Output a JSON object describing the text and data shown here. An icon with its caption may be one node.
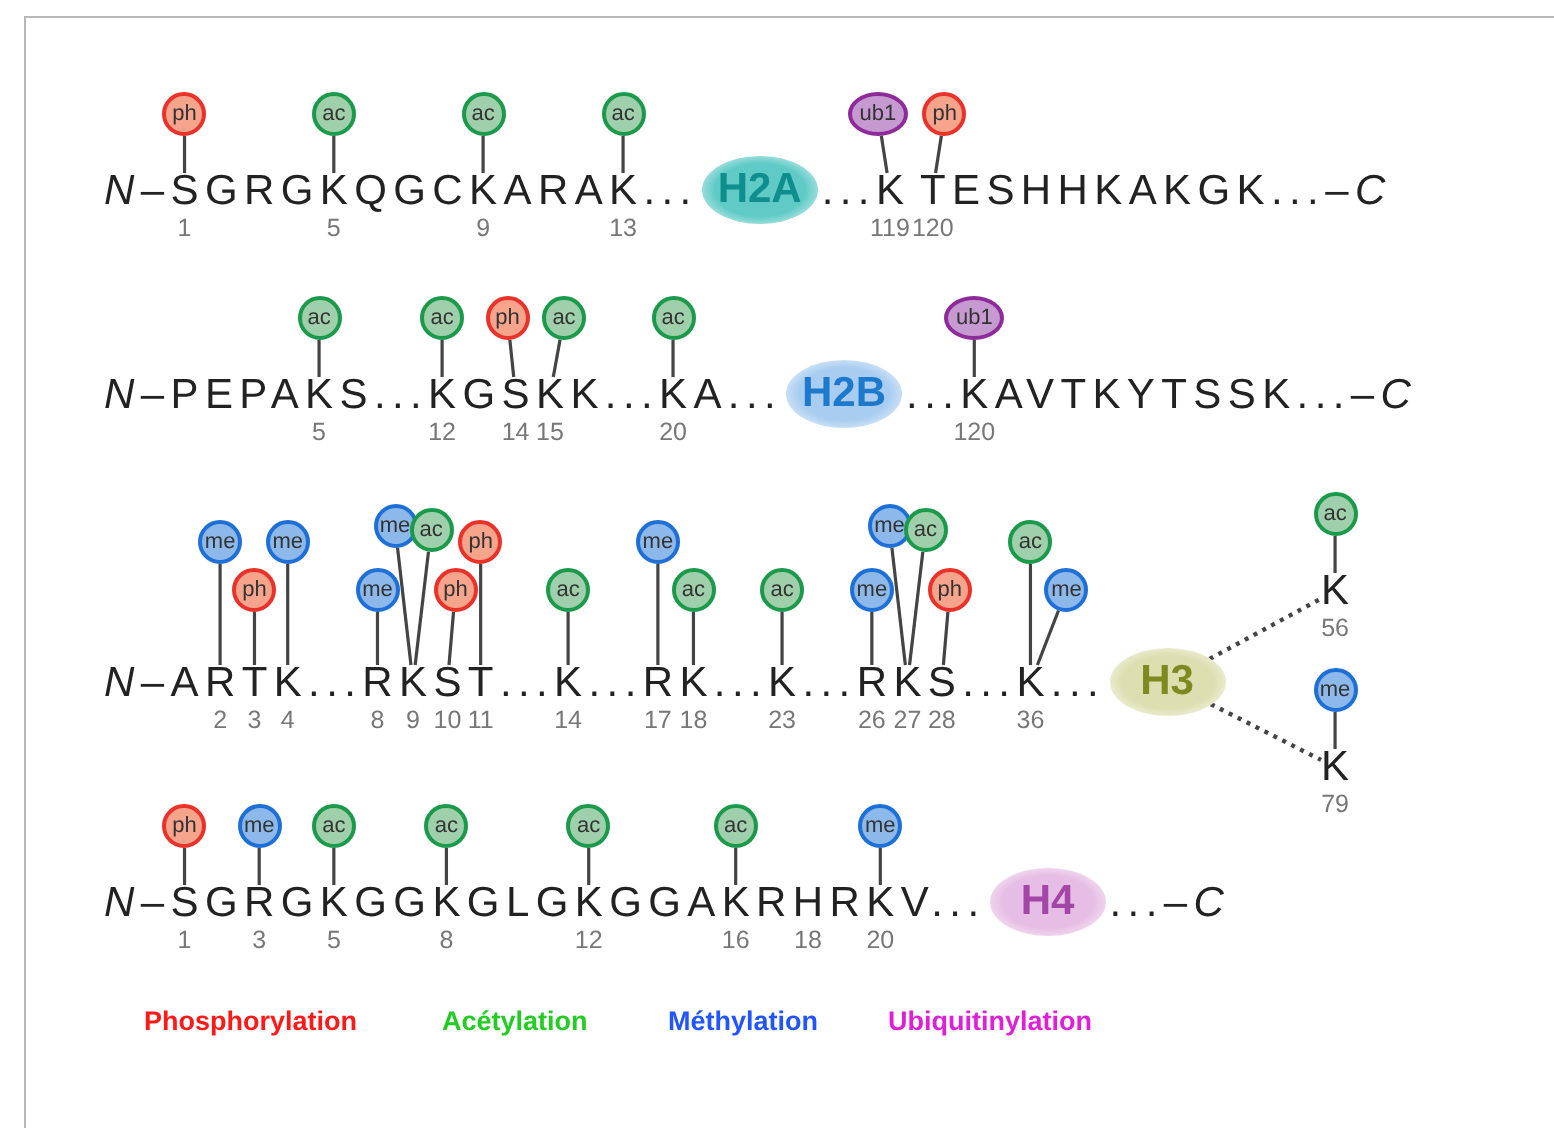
{
  "diagram": {
    "nodes": [
      {
        "text": [
          "ph"
        ]
      },
      {
        "text": [
          "S"
        ],
        "beside": [
          "1"
        ]
      },
      {
        "text": [
          "ac"
        ]
      },
      {
        "text": [
          "K"
        ],
        "beside": [
          "5"
        ]
      },
      {
        "text": [
          "ac"
        ]
      },
      {
        "text": [
          "K"
        ],
        "beside": [
          "9"
        ]
      },
      {
        "text": [
          "ac"
        ]
      },
      {
        "text": [
          "K"
        ],
        "beside": [
          "13"
        ]
      },
      {
        "text": [
          "H2A"
        ]
      },
      {
        "text": [
          "ub1"
        ]
      },
      {
        "text": [
          "K"
        ],
        "beside": [
          "119"
        ]
      },
      {
        "text": [
          "ph"
        ]
      },
      {
        "text": [
          "T"
        ],
        "beside": [
          "120"
        ]
      },
      {
        "text": [
          "ac"
        ]
      },
      {
        "text": [
          "K"
        ],
        "beside": [
          "5"
        ]
      },
      {
        "text": [
          "ac"
        ]
      },
      {
        "text": [
          "K"
        ],
        "beside": [
          "12"
        ]
      },
      {
        "text": [
          "ph"
        ]
      },
      {
        "text": [
          "S"
        ],
        "beside": [
          "14"
        ]
      },
      {
        "text": [
          "ac"
        ]
      },
      {
        "text": [
          "K"
        ],
        "beside": [
          "15"
        ]
      },
      {
        "text": [
          "ac"
        ]
      },
      {
        "text": [
          "K"
        ],
        "beside": [
          "20"
        ]
      },
      {
        "text": [
          "H2B"
        ]
      },
      {
        "text": [
          "ub1"
        ]
      },
      {
        "text": [
          "K"
        ],
        "beside": [
          "120"
        ]
      },
      {
        "text": [
          "me"
        ]
      },
      {
        "text": [
          "R"
        ],
        "beside": [
          "2"
        ]
      },
      {
        "text": [
          "ph"
        ]
      },
      {
        "text": [
          "T"
        ],
        "beside": [
          "3"
        ]
      },
      {
        "text": [
          "me"
        ]
      },
      {
        "text": [
          "K"
        ],
        "beside": [
          "4"
        ]
      },
      {
        "text": [
          "me"
        ]
      },
      {
        "text": [
          "R"
        ],
        "beside": [
          "8"
        ]
      },
      {
        "text": [
          "me"
        ]
      },
      {
        "text": [
          "ac"
        ]
      },
      {
        "text": [
          "K"
        ],
        "beside": [
          "9"
        ]
      },
      {
        "text": [
          "ph"
        ]
      },
      {
        "text": [
          "S"
        ],
        "beside": [
          "10"
        ]
      },
      {
        "text": [
          "ph"
        ]
      },
      {
        "text": [
          "T"
        ],
        "beside": [
          "11"
        ]
      },
      {
        "text": [
          "ac"
        ]
      },
      {
        "text": [
          "K"
        ],
        "beside": [
          "14"
        ]
      },
      {
        "text": [
          "me"
        ]
      },
      {
        "text": [
          "R"
        ],
        "beside": [
          "17"
        ]
      },
      {
        "text": [
          "ac"
        ]
      },
      {
        "text": [
          "K"
        ],
        "beside": [
          "18"
        ]
      },
      {
        "text": [
          "ac"
        ]
      },
      {
        "text": [
          "K"
        ],
        "beside": [
          "23"
        ]
      },
      {
        "text": [
          "me"
        ]
      },
      {
        "text": [
          "R"
        ],
        "beside": [
          "26"
        ]
      },
      {
        "text": [
          "me"
        ]
      },
      {
        "text": [
          "ac"
        ]
      },
      {
        "text": [
          "K"
        ],
        "beside": [
          "27"
        ]
      },
      {
        "text": [
          "ph"
        ]
      },
      {
        "text": [
          "S"
        ],
        "beside": [
          "28"
        ]
      },
      {
        "text": [
          "ac"
        ]
      },
      {
        "text": [
          "me"
        ]
      },
      {
        "text": [
          "K"
        ],
        "beside": [
          "36"
        ]
      },
      {
        "text": [
          "H3"
        ]
      },
      {
        "text": [
          "ac"
        ]
      },
      {
        "text": [
          "K"
        ],
        "beside": [
          "56"
        ]
      },
      {
        "text": [
          "me"
        ]
      },
      {
        "text": [
          "K"
        ],
        "beside": [
          "79"
        ]
      },
      {
        "text": [
          "ph"
        ]
      },
      {
        "text": [
          "S"
        ],
        "beside": [
          "1"
        ]
      },
      {
        "text": [
          "me"
        ]
      },
      {
        "text": [
          "R"
        ],
        "beside": [
          "3"
        ]
      },
      {
        "text": [
          "ac"
        ]
      },
      {
        "text": [
          "K"
        ],
        "beside": [
          "5"
        ]
      },
      {
        "text": [
          "ac"
        ]
      },
      {
        "text": [
          "K"
        ],
        "beside": [
          "8"
        ]
      },
      {
        "text": [
          "ac"
        ]
      },
      {
        "text": [
          "K"
        ],
        "beside": [
          "12"
        ]
      },
      {
        "text": [
          "ac"
        ]
      },
      {
        "text": [
          "K"
        ],
        "beside": [
          "16"
        ]
      },
      {
        "text": [
          "me"
        ]
      },
      {
        "text": [
          "K"
        ],
        "beside": [
          "20"
        ]
      },
      {
        "text": [
          "H4"
        ]
      }
    ],
    "edges": [
      {
        "from": 0,
        "to": 1,
        "arrow": "none"
      },
      {
        "from": 2,
        "to": 3,
        "arrow": "none"
      },
      {
        "from": 4,
        "to": 5,
        "arrow": "none"
      },
      {
        "from": 6,
        "to": 7,
        "arrow": "none"
      },
      {
        "from": 9,
        "to": 10,
        "arrow": "none"
      },
      {
        "from": 11,
        "to": 12,
        "arrow": "none"
      },
      {
        "from": 13,
        "to": 14,
        "arrow": "none"
      },
      {
        "from": 15,
        "to": 16,
        "arrow": "none"
      },
      {
        "from": 17,
        "to": 18,
        "arrow": "none"
      },
      {
        "from": 19,
        "to": 20,
        "arrow": "none"
      },
      {
        "from": 21,
        "to": 22,
        "arrow": "none"
      },
      {
        "from": 24,
        "to": 25,
        "arrow": "none"
      },
      {
        "from": 26,
        "to": 27,
        "arrow": "none"
      },
      {
        "from": 28,
        "to": 29,
        "arrow": "none"
      },
      {
        "from": 30,
        "to": 31,
        "arrow": "none"
      },
      {
        "from": 32,
        "to": 33,
        "arrow": "none"
      },
      {
        "from": 34,
        "to": 36,
        "arrow": "none"
      },
      {
        "from": 35,
        "to": 36,
        "arrow": "none"
      },
      {
        "from": 37,
        "to": 38,
        "arrow": "none"
      },
      {
        "from": 39,
        "to": 40,
        "arrow": "none"
      },
      {
        "from": 41,
        "to": 42,
        "arrow": "none"
      },
      {
        "from": 43,
        "to": 44,
        "arrow": "none"
      },
      {
        "from": 45,
        "to": 46,
        "arrow": "none"
      },
      {
        "from": 47,
        "to": 48,
        "arrow": "none"
      },
      {
        "from": 49,
        "to": 50,
        "arrow": "none"
      },
      {
        "from": 51,
        "to": 53,
        "arrow": "none"
      },
      {
        "from": 52,
        "to": 53,
        "arrow": "none"
      },
      {
        "from": 54,
        "to": 55,
        "arrow": "none"
      },
      {
        "from": 56,
        "to": 58,
        "arrow": "none"
      },
      {
        "from": 57,
        "to": 58,
        "arrow": "none"
      },
      {
        "from": 59,
        "to": 61,
        "arrow": "none",
        "style": "dashed"
      },
      {
        "from": 60,
        "to": 61,
        "arrow": "none"
      },
      {
        "from": 59,
        "to": 63,
        "arrow": "none",
        "style": "dashed"
      },
      {
        "from": 62,
        "to": 63,
        "arrow": "none"
      },
      {
        "from": 64,
        "to": 65,
        "arrow": "none"
      },
      {
        "from": 66,
        "to": 67,
        "arrow": "none"
      },
      {
        "from": 68,
        "to": 69,
        "arrow": "none"
      },
      {
        "from": 70,
        "to": 71,
        "arrow": "none"
      },
      {
        "from": 72,
        "to": 73,
        "arrow": "none"
      },
      {
        "from": 74,
        "to": 75,
        "arrow": "none"
      },
      {
        "from": 76,
        "to": 77,
        "arrow": "none"
      }
    ],
    "labels": [
      "*N*–",
      "GRG",
      "QGC",
      "ARA",
      "...",
      "...",
      "ESHHKAKGK...–*C*",
      "*N*–PEPA",
      "S...",
      "G",
      "K...",
      "A...",
      "...",
      "AVTKYTSSK...–*C*",
      "*N*–A",
      "...",
      "...",
      "...",
      "...",
      "...",
      "...",
      "...",
      "*N*–",
      "G",
      "G",
      "GG",
      "GLG",
      "GGA",
      "R",
      "H",
      "18",
      "R",
      "V...",
      "...–*C*"
    ],
    "legend": [
      {
        "text": "Phosphorylation",
        "color": "#ff1a1a"
      },
      {
        "text": "Acétylation",
        "color": "#22cc22"
      },
      {
        "text": "Méthylation",
        "color": "#2255ff"
      },
      {
        "text": "Ubiquitinylation",
        "color": "#e020d8"
      }
    ]
  }
}
